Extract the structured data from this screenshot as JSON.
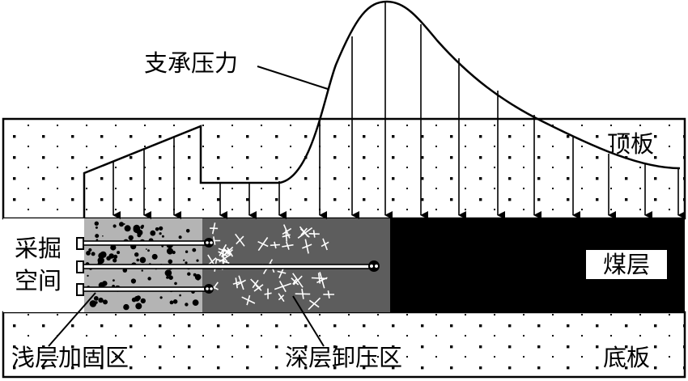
{
  "labels": {
    "support_pressure": "支承压力",
    "roof": "顶板",
    "coal_seam": "煤层",
    "excavation_space_line1": "采掘",
    "excavation_space_line2": "空间",
    "shallow_reinforcement_zone": "浅层加固区",
    "deep_unloading_zone": "深层卸压区",
    "floor": "底板"
  },
  "colors": {
    "rock": "#ffffff",
    "coal_seam": "#000000",
    "shallow_zone": "#b4b4b4",
    "deep_zone": "#5d5d5d",
    "line": "#000000"
  }
}
